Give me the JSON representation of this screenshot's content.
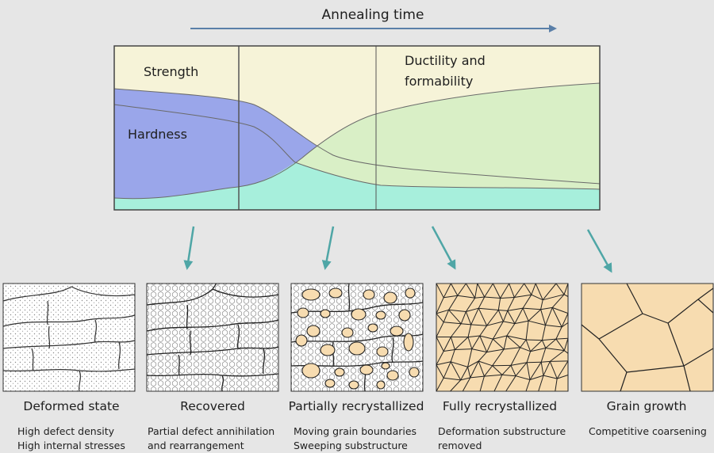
{
  "header": {
    "title": "Annealing time"
  },
  "chart": {
    "labels": {
      "strength": "Strength",
      "hardness": "Hardness",
      "ductility_line1": "Ductility and",
      "ductility_line2": "formability"
    }
  },
  "stages": [
    {
      "title": "Deformed state",
      "desc1": "High defect density",
      "desc2": "High internal stresses"
    },
    {
      "title": "Recovered",
      "desc1": "Partial defect annihilation",
      "desc2": "and rearrangement"
    },
    {
      "title": "Partially recrystallized",
      "desc1": "Moving grain boundaries",
      "desc2": "Sweeping substructure"
    },
    {
      "title": "Fully recrystallized",
      "desc1": "Deformation substructure",
      "desc2": "removed"
    },
    {
      "title": "Grain growth",
      "desc1": "Competitive coarsening",
      "desc2": ""
    }
  ],
  "colors": {
    "background": "#e6e6e6",
    "arrow": "#5a7fa8",
    "pointer_arrow": "#4fa6a6",
    "strength_zone": "#f6f3d8",
    "hardness_zone": "#9aa6ea",
    "ductility_zone": "#d9efc6",
    "base_zone": "#a7efdc",
    "grain_fill": "#f7dcb0"
  },
  "icons": {
    "time_arrow": "arrow-right-icon",
    "stage_pointer": "arrow-down-icon"
  }
}
